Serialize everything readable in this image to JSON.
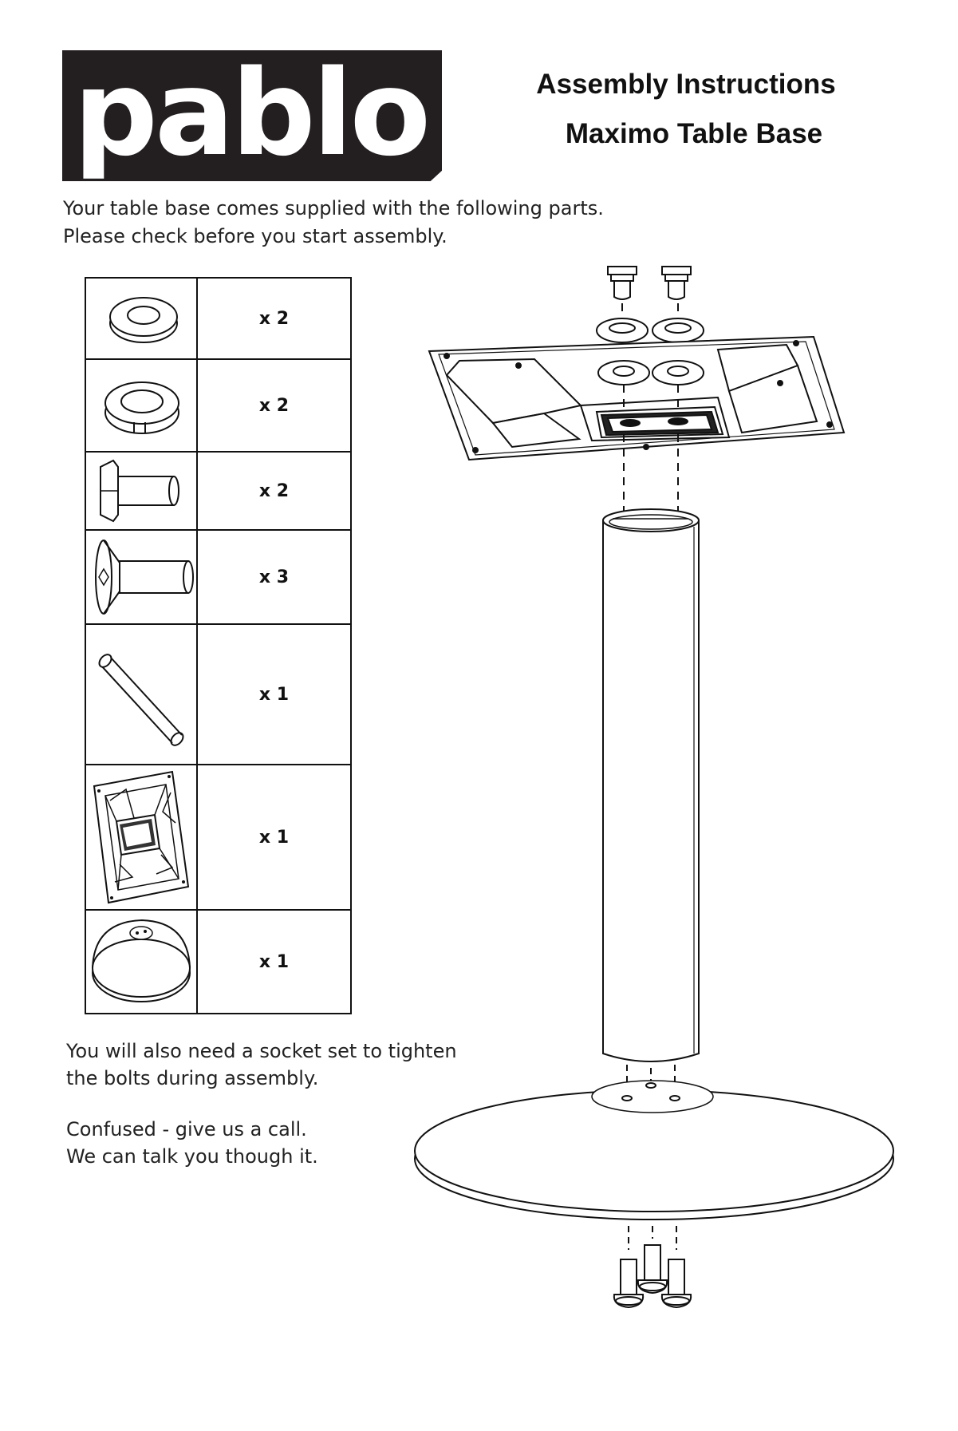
{
  "brand": {
    "logo_text": "pablo"
  },
  "header": {
    "title": "Assembly Instructions",
    "subtitle": "Maximo Table Base"
  },
  "intro": {
    "line1": "Your table base comes supplied with the following parts.",
    "line2": "Please check before you start assembly."
  },
  "parts": [
    {
      "icon": "washer-icon",
      "qty": "x 2"
    },
    {
      "icon": "spring-washer-icon",
      "qty": "x 2"
    },
    {
      "icon": "hex-bolt-icon",
      "qty": "x 2"
    },
    {
      "icon": "countersunk-bolt-icon",
      "qty": "x 3"
    },
    {
      "icon": "column-tube-icon",
      "qty": "x 1"
    },
    {
      "icon": "top-plate-icon",
      "qty": "x 1"
    },
    {
      "icon": "round-base-icon",
      "qty": "x 1"
    }
  ],
  "notes": {
    "tools_line1": "You will also need a socket set to tighten",
    "tools_line2": "the bolts during assembly.",
    "help_line1": "Confused - give us a call.",
    "help_line2": "We can talk you though it."
  },
  "colors": {
    "logo_bg": "#231f20",
    "ink": "#111111"
  }
}
